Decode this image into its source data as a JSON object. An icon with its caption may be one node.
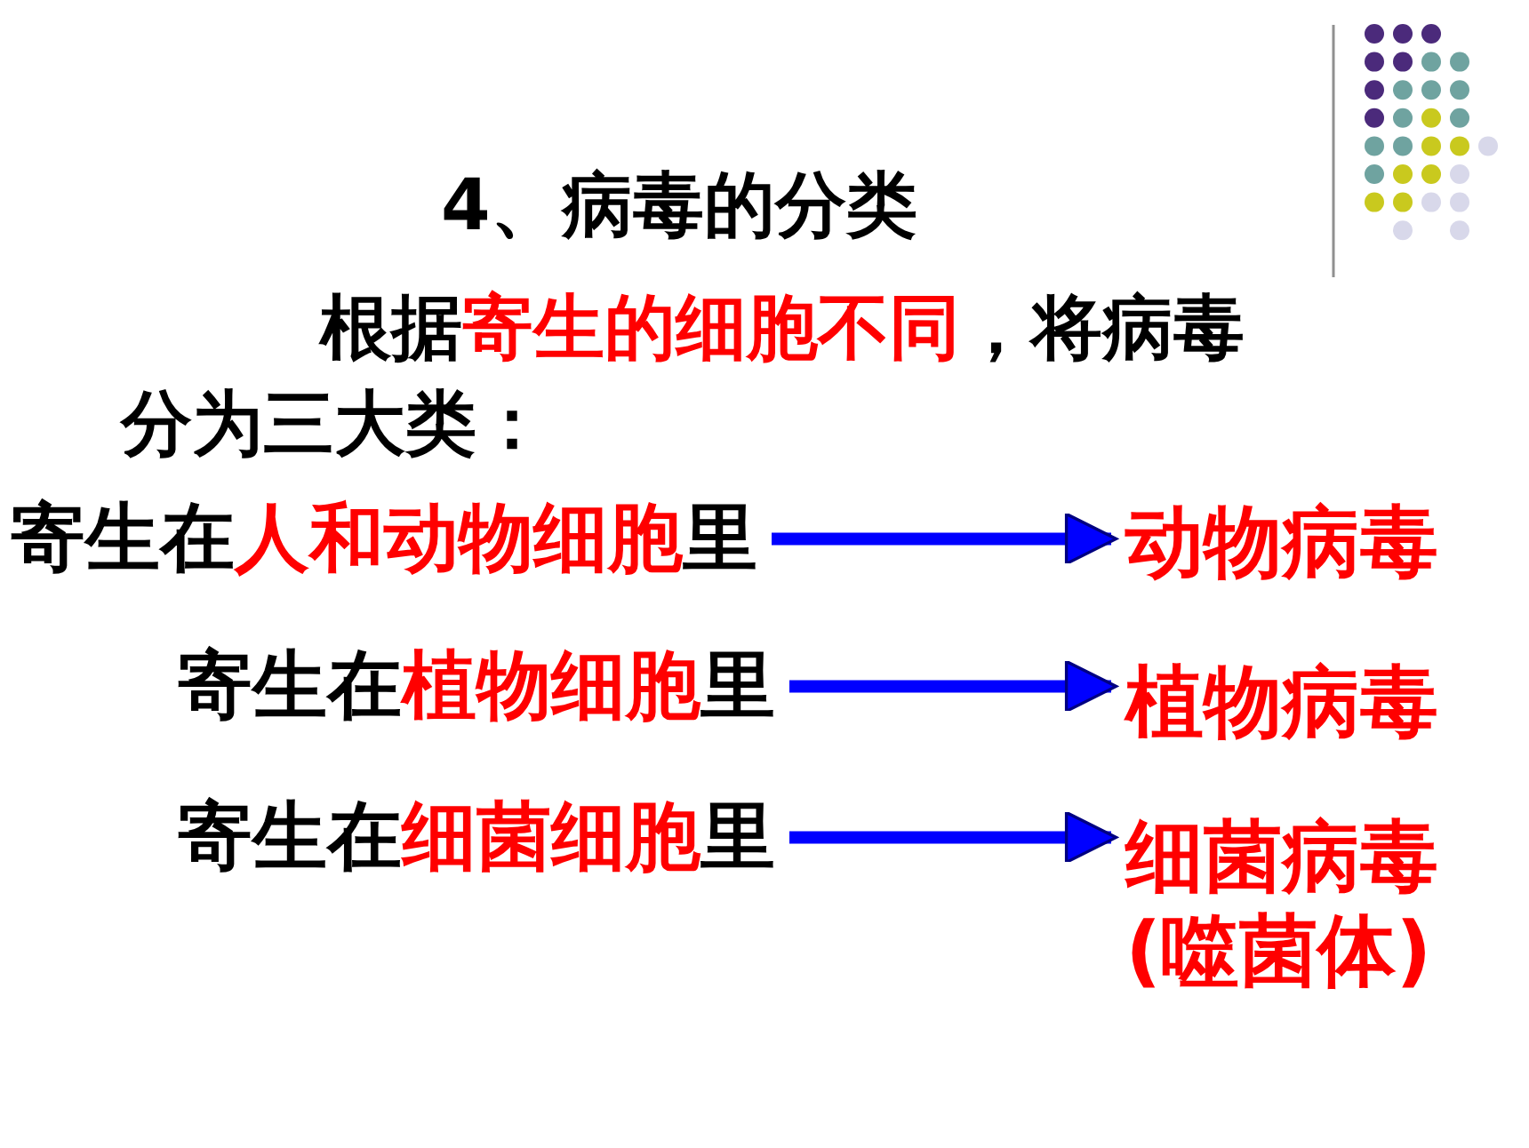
{
  "diagram": {
    "title": "4、病毒的分类",
    "nodes": [
      {
        "text": [
          "寄生在**人和动物细胞**里"
        ]
      },
      {
        "text": [
          "寄生在**植物细胞**里"
        ]
      },
      {
        "text": [
          "寄生在**细菌细胞**里"
        ]
      },
      {
        "text": [
          "动物病毒"
        ]
      },
      {
        "text": [
          "植物病毒"
        ]
      },
      {
        "text": [
          "细菌病毒",
          "(噬菌体)"
        ]
      }
    ],
    "edges": [
      {
        "from": 0,
        "to": 3,
        "arrow": "to"
      },
      {
        "from": 1,
        "to": 4,
        "arrow": "to"
      },
      {
        "from": 2,
        "to": 5,
        "arrow": "to"
      }
    ],
    "labels": [
      "根据**寄生的细胞不同**，将病毒分为三大类："
    ]
  }
}
